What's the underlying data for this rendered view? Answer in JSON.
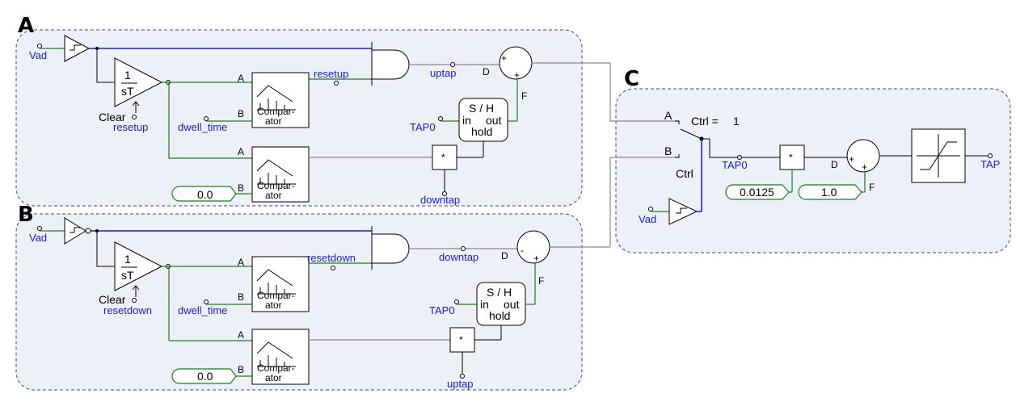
{
  "panels": {
    "a": "A",
    "b": "B",
    "c": "C"
  },
  "labels": {
    "vad": "Vad",
    "clear": "Clear",
    "resetup": "resetup",
    "resetdown": "resetdown",
    "dwell_time": "dwell_time",
    "uptap": "uptap",
    "downtap": "downtap",
    "tap0": "TAP0",
    "tap": "TAP",
    "ctrl": "Ctrl",
    "ctrl_eq": "Ctrl =",
    "ctrl_val": "1"
  },
  "blocks": {
    "integ_num": "1",
    "integ_den": "sT",
    "comp_1": "Compar-",
    "comp_2": "ator",
    "sh_title": "S / H",
    "sh_in": "in",
    "sh_out": "out",
    "sh_hold": "hold",
    "mult": "*"
  },
  "ports": {
    "a": "A",
    "b": "B",
    "d": "D",
    "f": "F",
    "plus": "+",
    "minus": "-"
  },
  "constants": {
    "zero": "0.0",
    "step": "0.0125",
    "one": "1.0"
  },
  "colors": {
    "panel_bg": "#eef0f8",
    "signal_text": "#1a1adc",
    "green_wire": "#1e7b1e",
    "blue_wire": "#1a1ad0"
  }
}
